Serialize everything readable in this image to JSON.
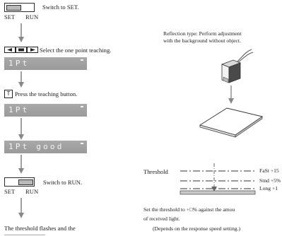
{
  "steps": {
    "switch_set": {
      "label": "Switch to SET.",
      "left": "SET",
      "right": "RUN"
    },
    "select_teaching": {
      "label": "Select the one point teaching."
    },
    "display_1": {
      "text": "1Pt"
    },
    "press_teaching": {
      "key": "T",
      "label": "Press the teaching button."
    },
    "display_2": {
      "text": "1Pt"
    },
    "display_3": {
      "text": "1Pt good"
    },
    "switch_run": {
      "label": "Switch to RUN.",
      "left": "SET",
      "right": "RUN"
    },
    "final_note": {
      "line1": "The threshold flashes and the"
    }
  },
  "reflection": {
    "line1": "Reflection type: Perform adjustment",
    "line2": "with the background without object."
  },
  "threshold": {
    "label": "Threshold",
    "levels": [
      {
        "text": "FaSt +15"
      },
      {
        "text": "Stnd +5%"
      },
      {
        "text": "Long +1"
      }
    ],
    "note_line1": "Set the threshold to +□% against the amou",
    "note_line2": "of received light.",
    "note_line3": "(Depends on the response speed setting.)"
  },
  "colors": {
    "lcd_bg": "#9f9f9f",
    "lcd_text": "#f4f4f4",
    "arrow": "#888888",
    "knob": "#b9b9b9"
  }
}
